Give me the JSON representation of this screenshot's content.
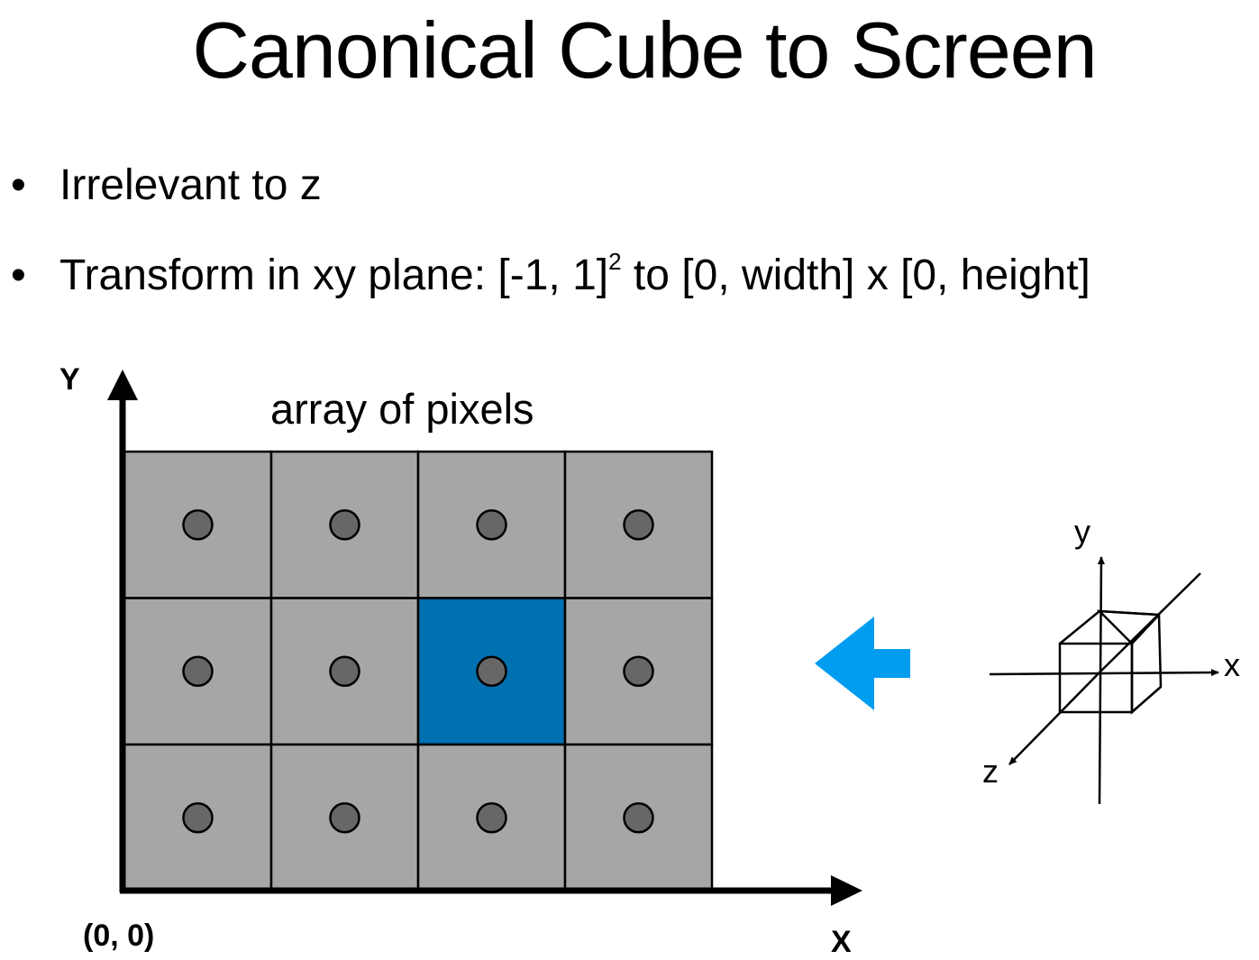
{
  "title": "Canonical Cube to Screen",
  "bullets": [
    {
      "marker": "•",
      "text": "Irrelevant to z"
    },
    {
      "marker": "•",
      "text_before": "Transform in xy plane: [-1, 1]",
      "superscript": "2",
      "text_after": " to [0, width] x [0, height]"
    }
  ],
  "pixel_grid": {
    "label": "array of pixels",
    "columns": 4,
    "rows": 3,
    "highlighted_cell": {
      "row": 1,
      "col": 2
    },
    "cell_color": "#a6a6a6",
    "highlight_color": "#0070b0",
    "sample_color": "#676767"
  },
  "axes": {
    "y_label": "Y",
    "x_label": "X",
    "origin_label": "(0, 0)"
  },
  "arrow_color": "#009cf0",
  "cube": {
    "x_label": "x",
    "y_label": "y",
    "z_label": "z"
  }
}
